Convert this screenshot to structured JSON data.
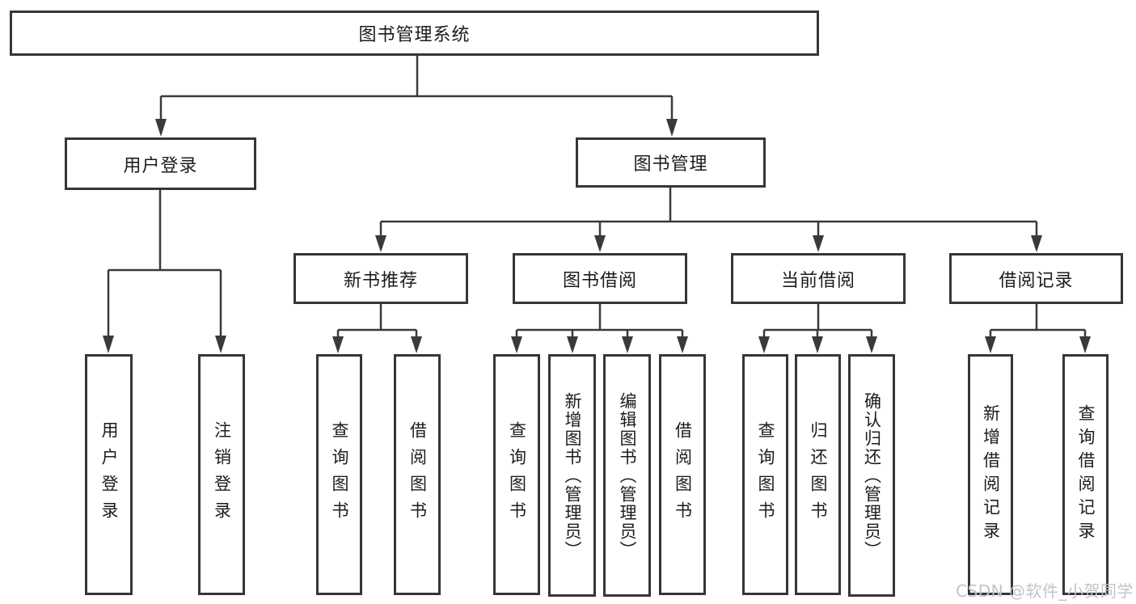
{
  "diagram": {
    "root": {
      "label": "图书管理系统"
    },
    "branches": [
      {
        "label": "用户登录",
        "children": [
          {
            "label": "用户登录"
          },
          {
            "label": "注销登录"
          }
        ]
      },
      {
        "label": "图书管理",
        "children": [
          {
            "label": "新书推荐",
            "children": [
              {
                "label": "查询图书"
              },
              {
                "label": "借阅图书"
              }
            ]
          },
          {
            "label": "图书借阅",
            "children": [
              {
                "label": "查询图书"
              },
              {
                "label": "新增图书（管理员）"
              },
              {
                "label": "编辑图书（管理员）"
              },
              {
                "label": "借阅图书"
              }
            ]
          },
          {
            "label": "当前借阅",
            "children": [
              {
                "label": "查询图书"
              },
              {
                "label": "归还图书"
              },
              {
                "label": "确认归还（管理员）"
              }
            ]
          },
          {
            "label": "借阅记录",
            "children": [
              {
                "label": "新增借阅记录"
              },
              {
                "label": "查询借阅记录"
              }
            ]
          }
        ]
      }
    ]
  },
  "watermark": {
    "text": "CSDN @软件_小贺同学"
  },
  "colors": {
    "background": "#ffffff",
    "line": "#3a3a3a",
    "box_border": "#363636",
    "text": "#1c1c1c",
    "watermark_text": "#c0c3ca"
  }
}
